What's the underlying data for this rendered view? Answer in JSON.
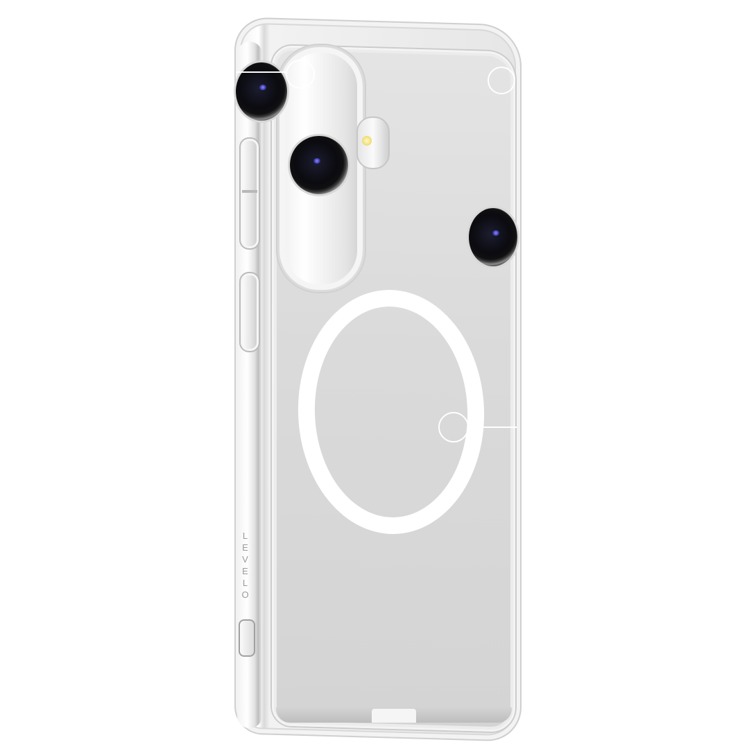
{
  "image": {
    "subject": "Clear phone case with magnetic ring on smartphone (rear three-quarter view)",
    "background_color": "#ffffff",
    "case_color": "#dadada",
    "ring_color": "#ffffff"
  },
  "case": {
    "brand_text": "LEVELO",
    "camera_lenses": 3,
    "flash": true,
    "side_buttons": [
      "volume",
      "power"
    ]
  },
  "callouts": [
    {
      "id": "camera-lens-protection",
      "label": ""
    },
    {
      "id": "corner-protection",
      "label": ""
    },
    {
      "id": "magnetic-ring",
      "label": ""
    }
  ]
}
